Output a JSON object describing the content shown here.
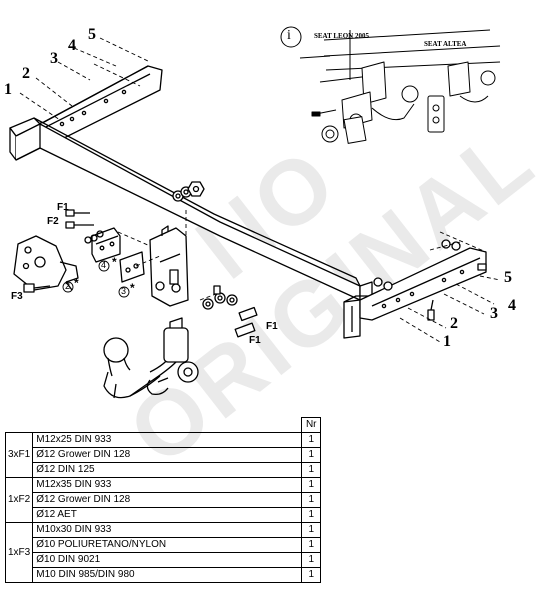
{
  "callouts": {
    "left": [
      "1",
      "2",
      "3",
      "4",
      "5"
    ],
    "right": [
      "5",
      "4",
      "3",
      "2",
      "1"
    ]
  },
  "fastener_labels": {
    "f1_top": "F1",
    "f2": "F2",
    "f3": "F3",
    "f1_right_a": "F1",
    "f1_right_b": "F1"
  },
  "circle_numbers": {
    "n2": "2",
    "n3": "3",
    "n4": "4",
    "star": "*"
  },
  "inset": {
    "info_symbol": "i",
    "caption_1": "SEAT LEON 2005",
    "caption_2": "SEAT ALTEA"
  },
  "watermark": "NO ORIGINAL",
  "parts_table": {
    "qty_header": "Nr",
    "groups": [
      {
        "label": "3xF1",
        "rows": [
          {
            "description": "M12x25 DIN 933",
            "qty": "1"
          },
          {
            "description": "Ø12 Grower DIN 128",
            "qty": "1"
          },
          {
            "description": "Ø12 DIN 125",
            "qty": "1"
          }
        ]
      },
      {
        "label": "1xF2",
        "rows": [
          {
            "description": "M12x35 DIN 933",
            "qty": "1"
          },
          {
            "description": "Ø12 Grower DIN 128",
            "qty": "1"
          },
          {
            "description": "Ø12 AET",
            "qty": "1"
          }
        ]
      },
      {
        "label": "1xF3",
        "rows": [
          {
            "description": "M10x30 DIN 933",
            "qty": "1"
          },
          {
            "description": "Ø10 POLIURETANO/NYLON",
            "qty": "1"
          },
          {
            "description": "Ø10 DIN 9021",
            "qty": "1"
          },
          {
            "description": "M10 DIN 985/DIN 980",
            "qty": "1"
          }
        ]
      }
    ]
  }
}
